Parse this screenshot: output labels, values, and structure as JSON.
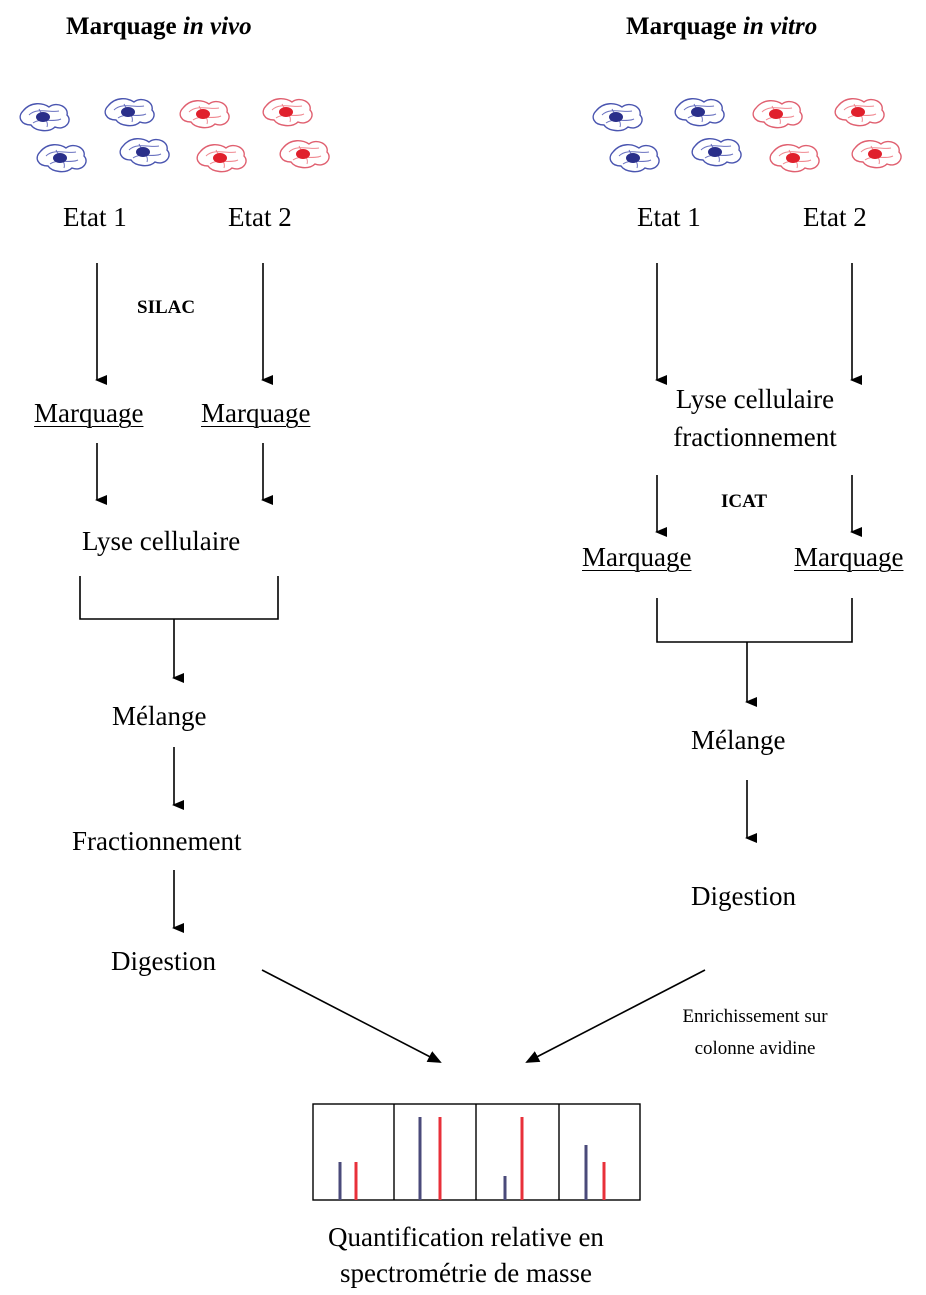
{
  "left": {
    "title_main": "Marquage",
    "title_italic": "in vivo",
    "state1": "Etat 1",
    "state2": "Etat 2",
    "method": "SILAC",
    "mark1": "Marquage",
    "mark2": "Marquage",
    "lysis": "Lyse cellulaire",
    "mix": "Mélange",
    "fraction": "Fractionnement",
    "digestion": "Digestion"
  },
  "right": {
    "title_main": "Marquage",
    "title_italic": "in vitro",
    "state1": "Etat 1",
    "state2": "Etat 2",
    "lysis_line1": "Lyse cellulaire",
    "lysis_line2": "fractionnement",
    "method": "ICAT",
    "mark1": "Marquage",
    "mark2": "Marquage",
    "mix": "Mélange",
    "digestion": "Digestion",
    "enrich_line1": "Enrichissement sur",
    "enrich_line2": "colonne avidine"
  },
  "result": {
    "line1": "Quantification relative en",
    "line2": "spectrométrie de masse"
  },
  "colors": {
    "state1_blue": "#3a3f9a",
    "state2_red": "#e0303a",
    "peak_blue": "#4a4a7a",
    "peak_red": "#e8303a"
  }
}
